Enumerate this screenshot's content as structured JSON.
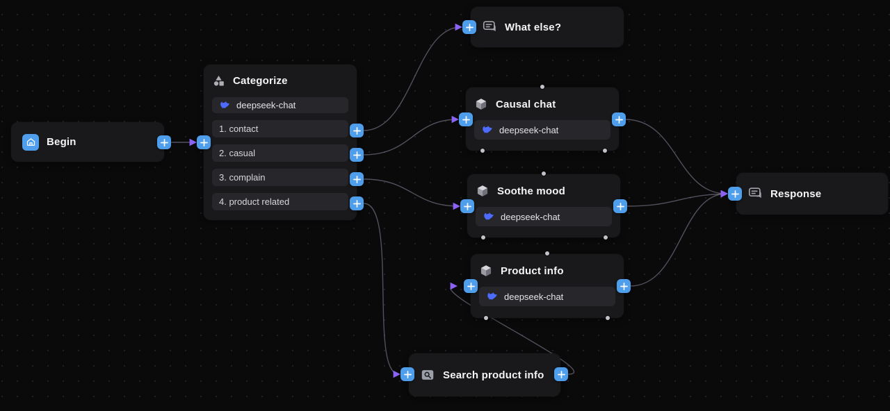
{
  "canvas": {
    "accent_blue": "#4f9eeb",
    "deepseek_blue": "#4d6bfe",
    "edge_color": "#9b96ae",
    "arrow_color": "#8a63f5",
    "node_bg": "#19191c",
    "pill_bg": "#27272b"
  },
  "nodes": {
    "begin": {
      "title": "Begin"
    },
    "categorize": {
      "title": "Categorize",
      "model": "deepseek-chat",
      "items": [
        "1. contact",
        "2. casual",
        "3. complain",
        "4. product related"
      ]
    },
    "what_else": {
      "title": "What else?"
    },
    "causal_chat": {
      "title": "Causal chat",
      "model": "deepseek-chat"
    },
    "soothe_mood": {
      "title": "Soothe mood",
      "model": "deepseek-chat"
    },
    "product_info": {
      "title": "Product info",
      "model": "deepseek-chat"
    },
    "search_product_info": {
      "title": "Search product info"
    },
    "response": {
      "title": "Response"
    }
  },
  "edges": [
    {
      "from": "begin",
      "to": "categorize"
    },
    {
      "from": "categorize:1. contact",
      "to": "what_else"
    },
    {
      "from": "categorize:2. casual",
      "to": "causal_chat"
    },
    {
      "from": "categorize:3. complain",
      "to": "soothe_mood"
    },
    {
      "from": "categorize:4. product related",
      "to": "search_product_info"
    },
    {
      "from": "search_product_info",
      "to": "product_info"
    },
    {
      "from": "causal_chat",
      "to": "response"
    },
    {
      "from": "soothe_mood",
      "to": "response"
    },
    {
      "from": "product_info",
      "to": "response"
    }
  ]
}
